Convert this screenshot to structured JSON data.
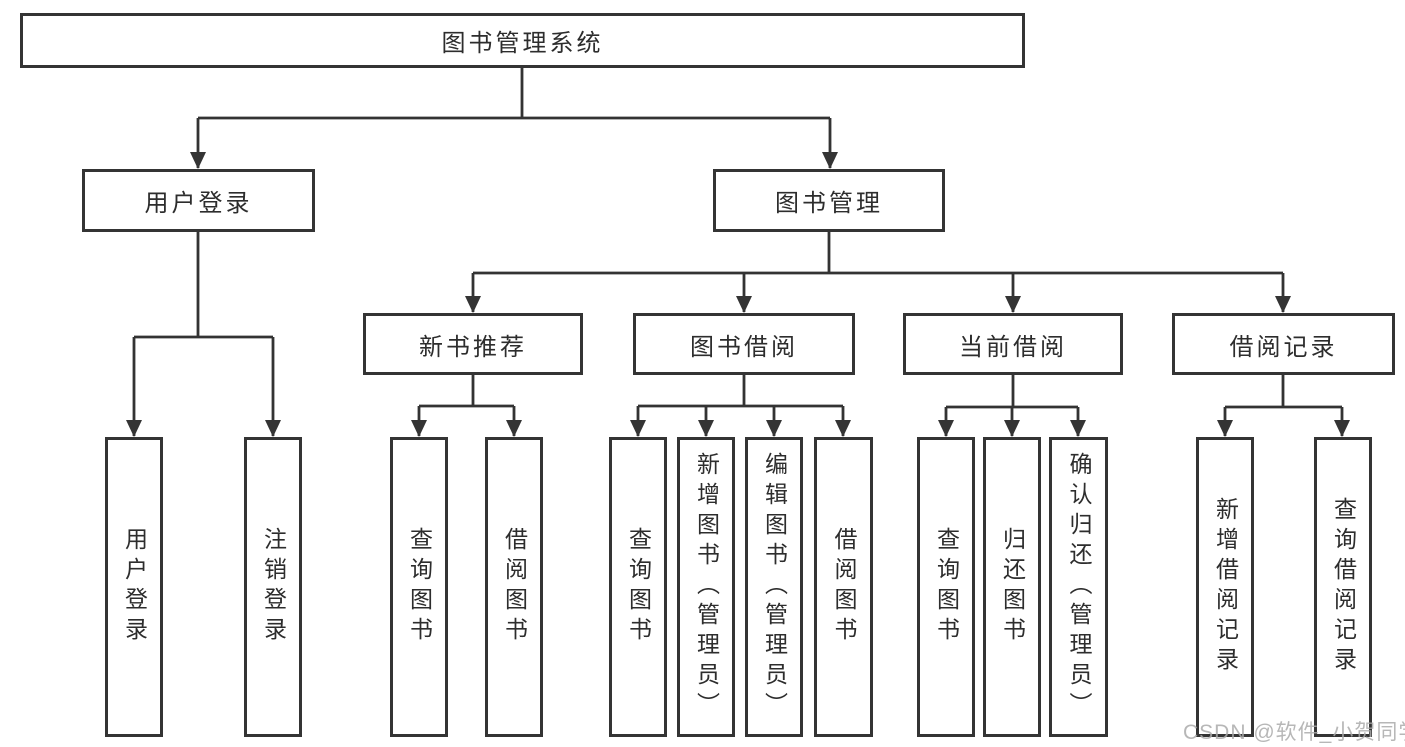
{
  "diagram": {
    "root": {
      "label": "图书管理系统"
    },
    "level2": {
      "user_login": {
        "label": "用户登录"
      },
      "book_management": {
        "label": "图书管理"
      }
    },
    "level3": {
      "new_book_recommend": {
        "label": "新书推荐"
      },
      "book_borrowing": {
        "label": "图书借阅"
      },
      "current_borrowing": {
        "label": "当前借阅"
      },
      "borrowing_records": {
        "label": "借阅记录"
      }
    },
    "leaves": {
      "user_login": {
        "label": "用户登录"
      },
      "logout": {
        "label": "注销登录"
      },
      "rec_query_books": {
        "label": "查询图书"
      },
      "rec_borrow_books": {
        "label": "借阅图书"
      },
      "bor_query_books": {
        "label": "查询图书"
      },
      "bor_add_books_admin": {
        "label": "新增图书（管理员）"
      },
      "bor_edit_books_admin": {
        "label": "编辑图书（管理员）"
      },
      "bor_borrow_books": {
        "label": "借阅图书"
      },
      "cur_query_books": {
        "label": "查询图书"
      },
      "cur_return_books": {
        "label": "归还图书"
      },
      "cur_confirm_return_admin": {
        "label": "确认归还（管理员）"
      },
      "log_add_record": {
        "label": "新增借阅记录"
      },
      "log_query_record": {
        "label": "查询借阅记录"
      }
    }
  },
  "watermark": {
    "text": "CSDN @软件_小贺同学"
  },
  "colors": {
    "line": "#333333",
    "box_border": "#343434",
    "text": "#2d2d2d",
    "watermark": "#aaaaaa",
    "background": "#ffffff"
  }
}
